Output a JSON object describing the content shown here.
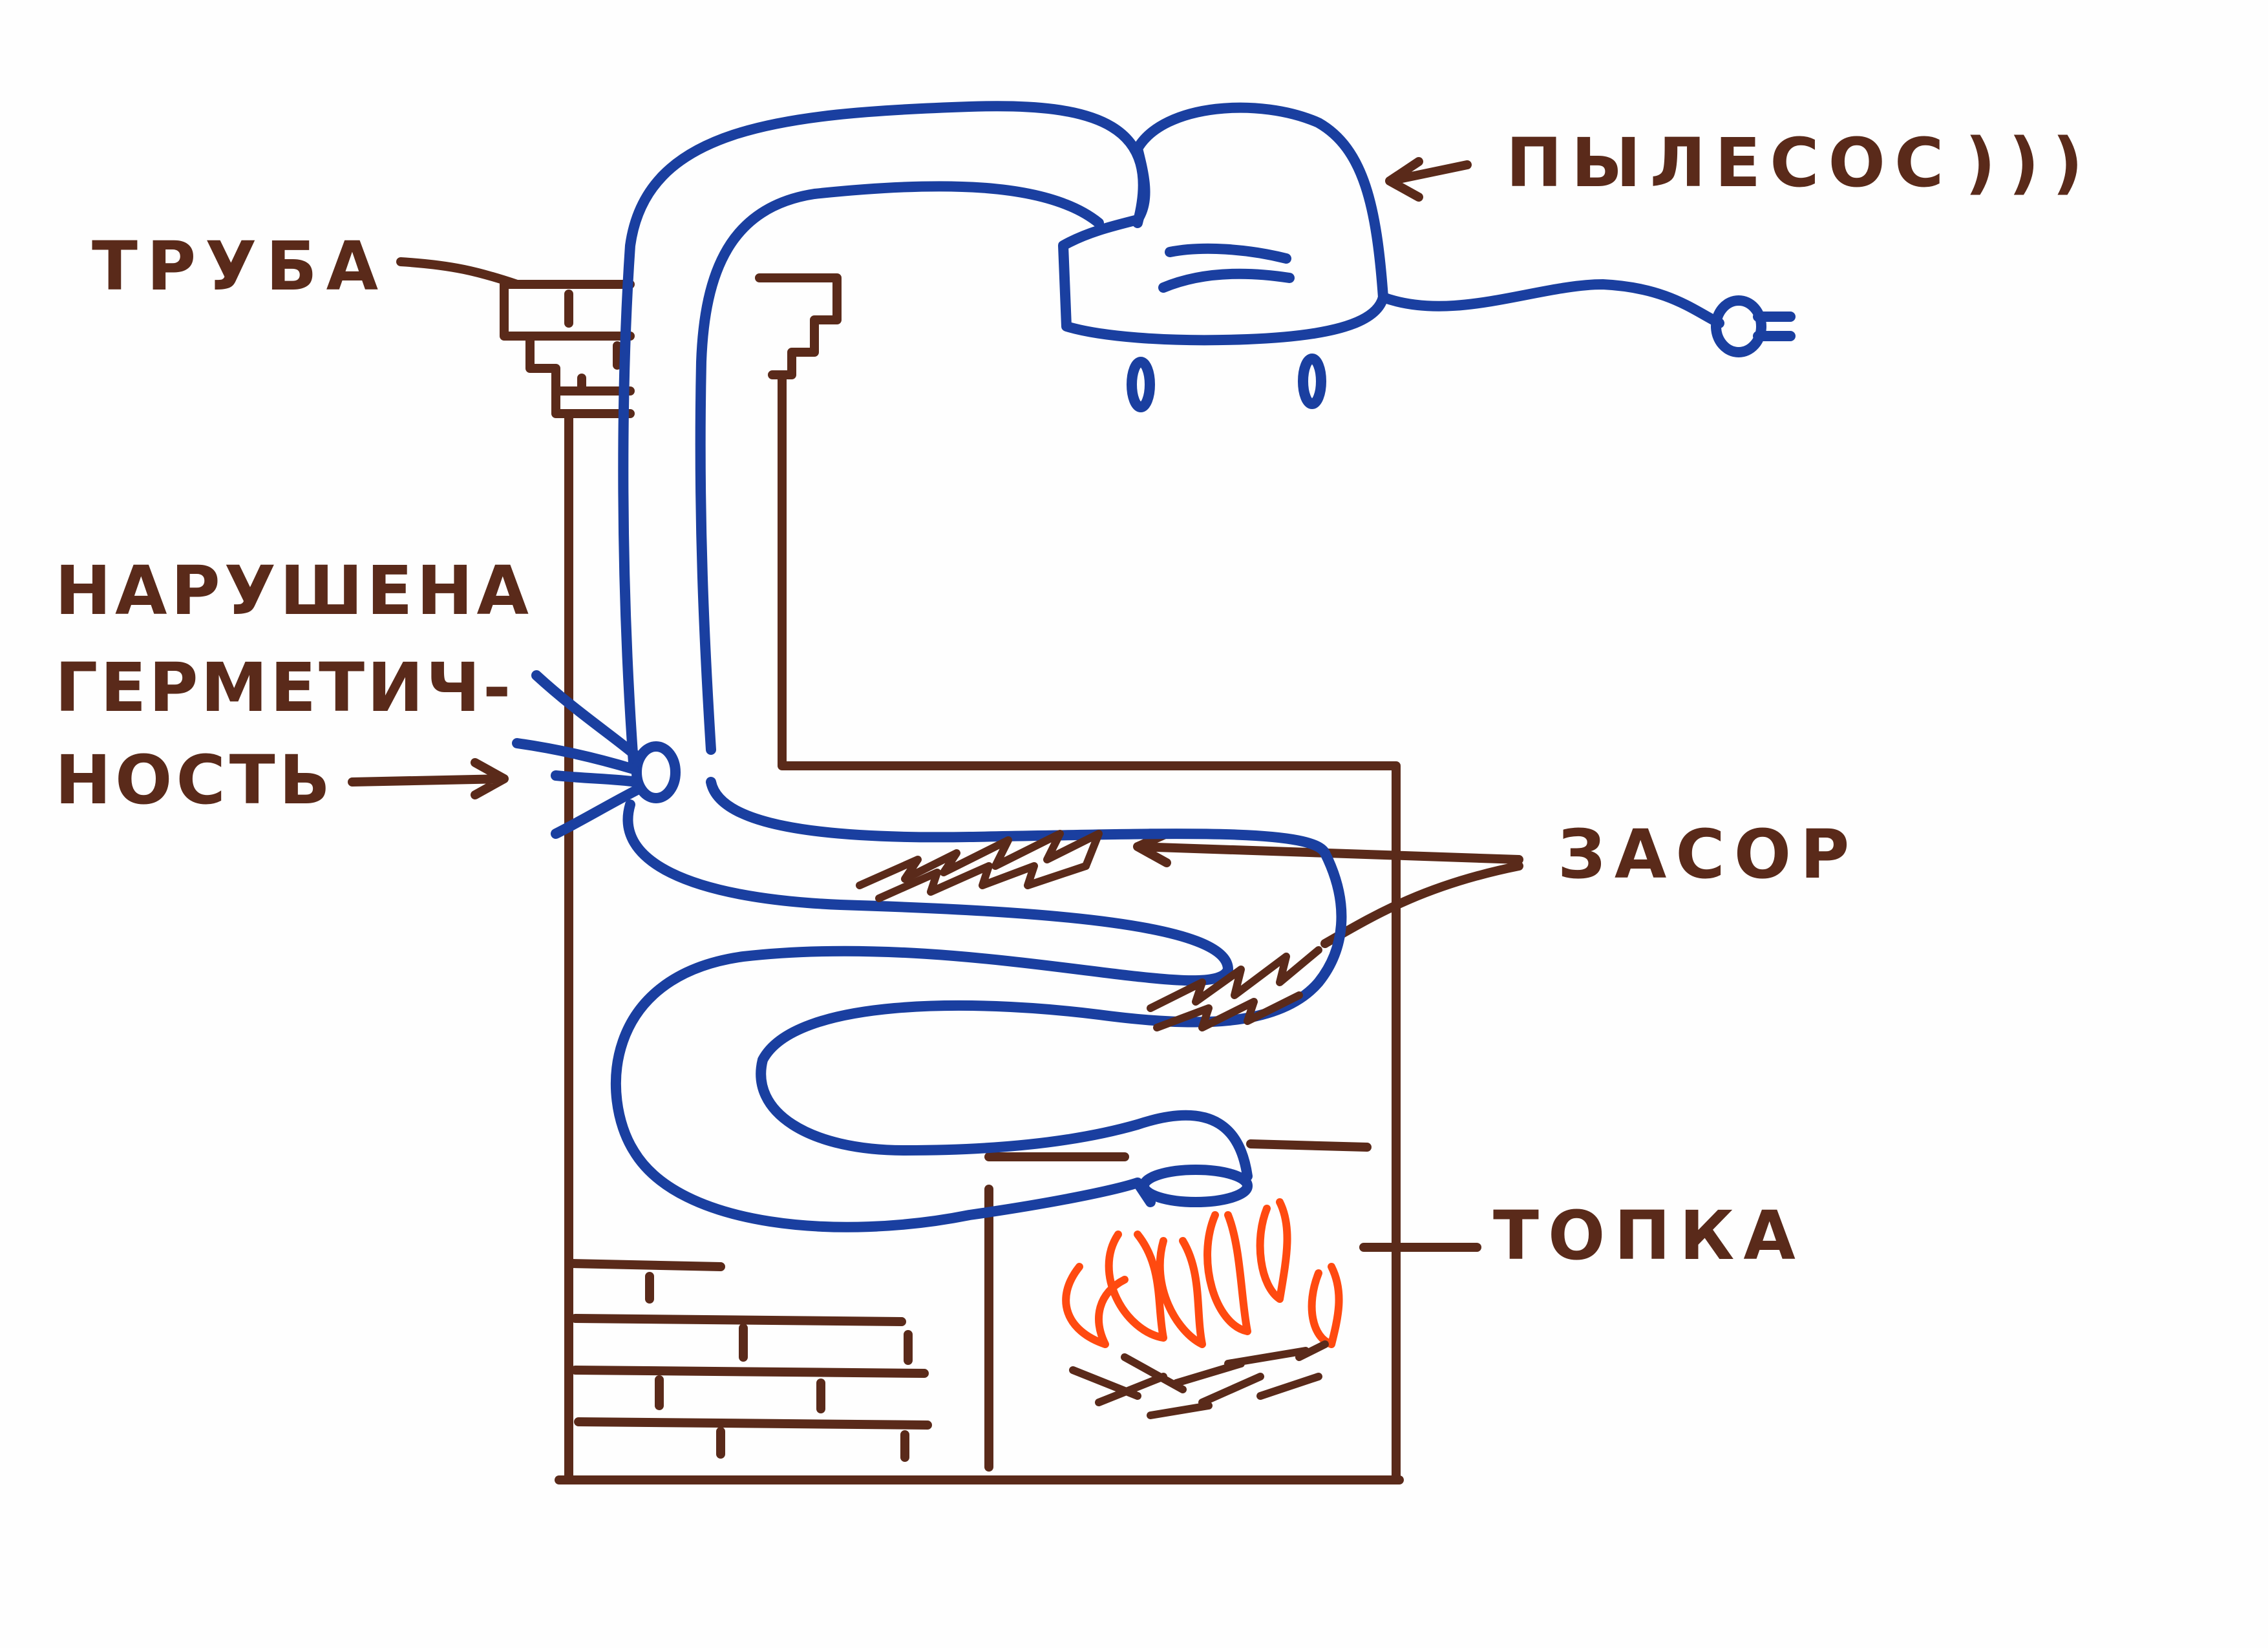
{
  "labels": {
    "chimney": "ТРУБА",
    "vacuum": "ПЫЛЕСОС",
    "vacuum_smile": ")))",
    "blockage": "ЗАСОР",
    "firebox": "ТОПКА",
    "leak_line1": "НАРУШЕНА",
    "leak_line2": "ГЕРМЕТИЧ-",
    "leak_line3": "НОСТЬ"
  },
  "colors": {
    "brick": "#5a2a1a",
    "hose": "#1a3fa0",
    "fire": "#ff4a10",
    "paper": "#fefefe"
  }
}
